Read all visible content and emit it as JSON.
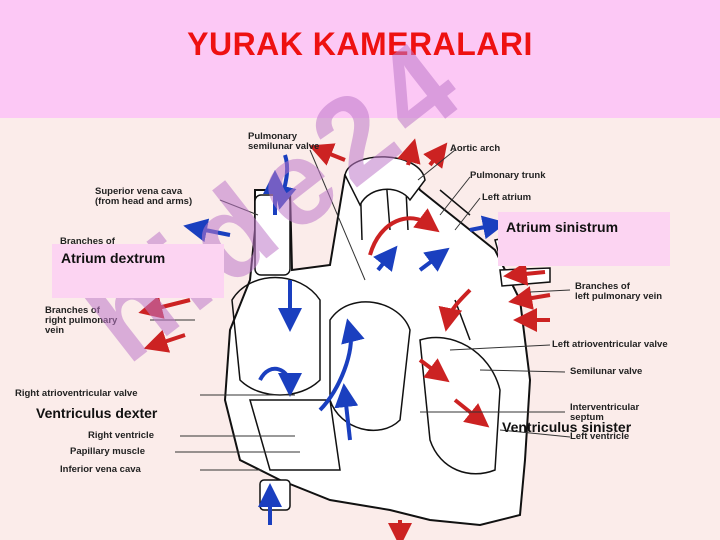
{
  "slide": {
    "title": "YURAK KAMERALARI"
  },
  "overlay_labels": {
    "atrium_sinistrum": "Atrium sinistrum",
    "atrium_dextrum": "Atrium dextrum",
    "ventriculus_dexter": "Ventriculus dexter",
    "ventriculus_sinister": "Ventriculus sinister"
  },
  "watermark": "hide24",
  "diagram_labels": {
    "pulmonary_semilunar_valve": "Pulmonary\nsemilunar valve",
    "aortic_arch": "Aortic arch",
    "pulmonary_trunk": "Pulmonary trunk",
    "left_atrium": "Left atrium",
    "superior_vena_cava": "Superior vena cava\n(from head and arms)",
    "branches_of": "Branches of",
    "branches_left_pulmonary_vein": "Branches of\nleft pulmonary vein",
    "branches_right_pulmonary_vein": "Branches of\nright pulmonary\nvein",
    "left_atrioventricular_valve": "Left atrioventricular valve",
    "semilunar_valve": "Semilunar valve",
    "right_atrioventricular_valve": "Right atrioventricular valve",
    "interventricular_septum": "Interventricular\nseptum",
    "right_ventricle": "Right ventricle",
    "left_ventricle": "Left ventricle",
    "papillary_muscle": "Papillary muscle",
    "inferior_vena_cava": "Inferior vena cava"
  },
  "colors": {
    "title": "#ee1111",
    "header_bg": "#fcc8f5",
    "oxygenated_arrow": "#cc2222",
    "deoxygenated_arrow": "#1a3fbf"
  }
}
